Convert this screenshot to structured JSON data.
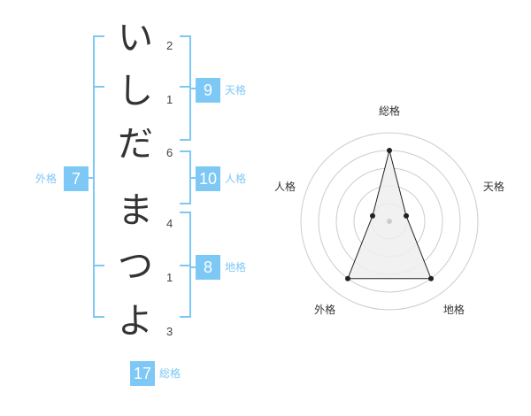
{
  "colors": {
    "accent": "#7dc8f5",
    "accent_text": "#7dc8f5",
    "glyph": "#333333",
    "radar_line": "#222222",
    "radar_grid": "#cccccc",
    "radar_fill": "#eeeeee",
    "radar_center": "#cccccc"
  },
  "name": {
    "surname": [
      {
        "char": "い",
        "strokes": "2"
      },
      {
        "char": "し",
        "strokes": "1"
      },
      {
        "char": "だ",
        "strokes": "6"
      }
    ],
    "given": [
      {
        "char": "ま",
        "strokes": "4"
      },
      {
        "char": "つ",
        "strokes": "1"
      },
      {
        "char": "よ",
        "strokes": "3"
      }
    ]
  },
  "fortune": {
    "tenkaku": {
      "label": "天格",
      "value": "9"
    },
    "jinkaku": {
      "label": "人格",
      "value": "10"
    },
    "chikaku": {
      "label": "地格",
      "value": "8"
    },
    "gaikaku": {
      "label": "外格",
      "value": "7"
    },
    "soukaku": {
      "label": "総格",
      "value": "17"
    }
  },
  "chart_data": {
    "type": "radar",
    "axes": [
      "総格",
      "天格",
      "地格",
      "外格",
      "人格"
    ],
    "values": [
      4,
      1,
      4,
      4,
      1
    ],
    "max": 5,
    "rings": 5,
    "grid": true
  }
}
